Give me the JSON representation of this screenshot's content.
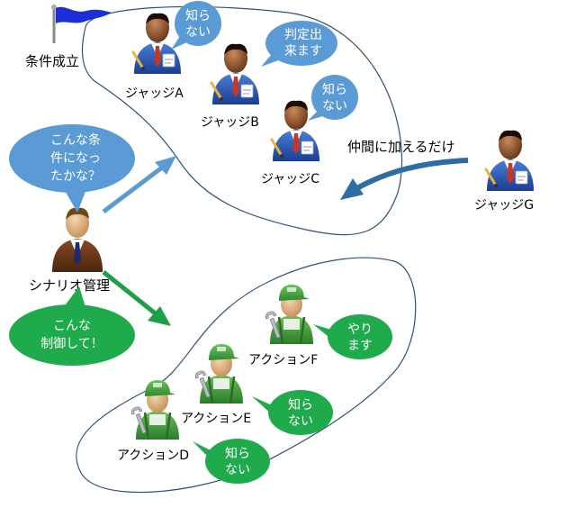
{
  "goal_label": "条件成立",
  "manager_label": "シナリオ管理",
  "join_label": "仲間に加えるだけ",
  "judges": [
    {
      "label": "ジャッジA"
    },
    {
      "label": "ジャッジB"
    },
    {
      "label": "ジャッジC"
    },
    {
      "label": "ジャッジG"
    }
  ],
  "actions": [
    {
      "label": "アクションF"
    },
    {
      "label": "アクションE"
    },
    {
      "label": "アクションD"
    }
  ],
  "bubbles": {
    "judge_a": [
      "知ら",
      "ない"
    ],
    "judge_b": [
      "判定出",
      "来ます"
    ],
    "judge_c": [
      "知ら",
      "ない"
    ],
    "manager_question": [
      "こんな条",
      "件になっ",
      "たかな？"
    ],
    "manager_control": [
      "こんな",
      "制御して！"
    ],
    "action_f": [
      "やり",
      "ます"
    ],
    "action_e": [
      "知ら",
      "ない"
    ],
    "action_d": [
      "知ら",
      "ない"
    ]
  },
  "colors": {
    "judge_bubble": "#5b9bd5",
    "action_bubble": "#1faa4b",
    "blue_arrow": "#5b9bd5",
    "dark_arrow": "#2e6da4",
    "green_arrow": "#1e9e46",
    "flag": "#1c2fd6",
    "group_outline": "#2f4f7f"
  }
}
